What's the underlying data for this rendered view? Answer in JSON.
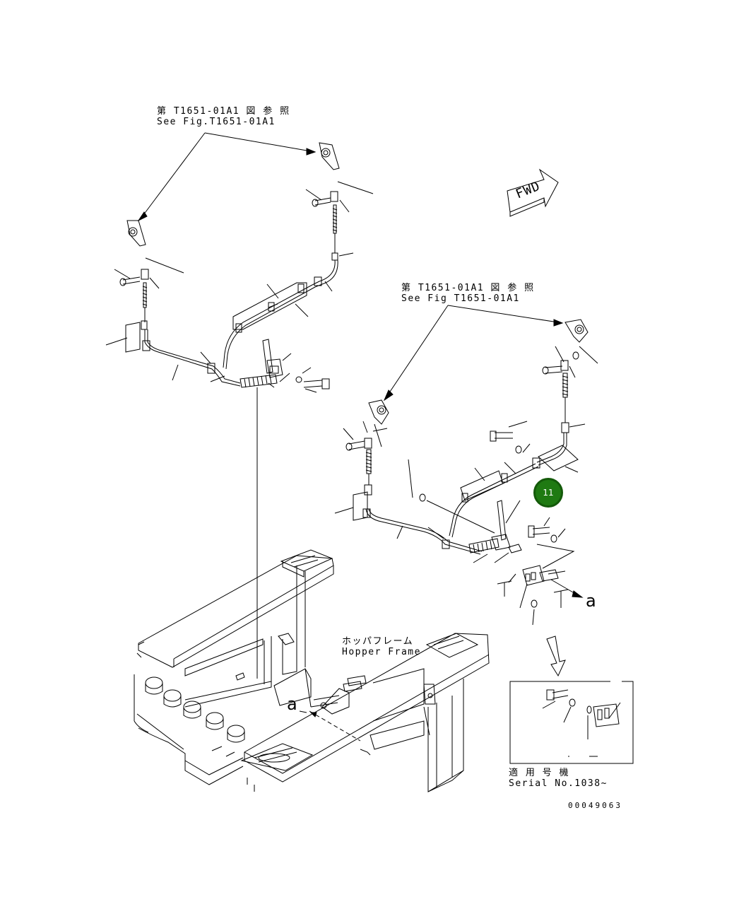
{
  "refs": {
    "top_left": {
      "jp": "第 T1651-01A1 図 参 照",
      "en": "See Fig.T1651-01A1"
    },
    "middle_right": {
      "jp": "第 T1651-01A1 図 参 照",
      "en": "See Fig T1651-01A1"
    }
  },
  "fwd_label": "FWD",
  "callout_number": "11",
  "hopper": {
    "jp": "ホッパフレーム",
    "en": "Hopper Frame"
  },
  "letter_a": "a",
  "serial": {
    "jp": "適 用 号 機",
    "en": "Serial No.1038~"
  },
  "drawing_code": "00049063",
  "colors": {
    "badge_fill": "#1f7a12",
    "badge_border": "#145a0a",
    "line": "#000000"
  }
}
